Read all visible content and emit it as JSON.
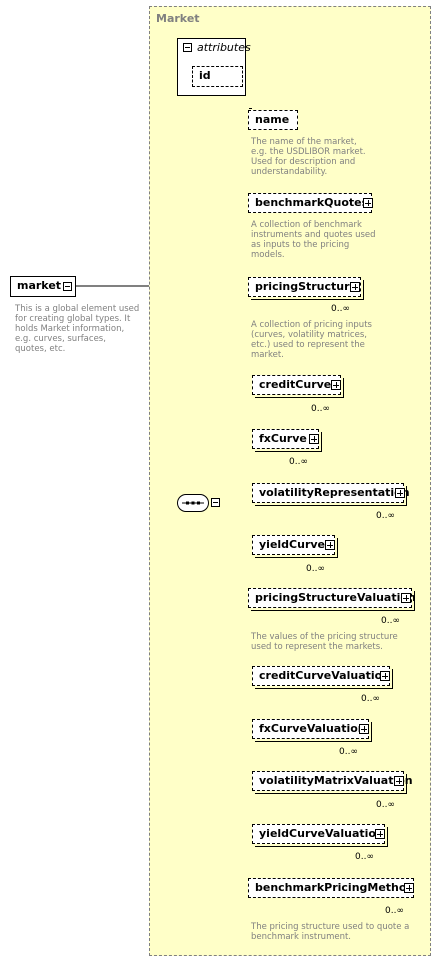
{
  "type_name": "Market",
  "attributes_group": "attributes",
  "attributes": [
    {
      "name": "id"
    }
  ],
  "root": {
    "name": "market",
    "doc": "This is a global element used\nfor creating global types. It\nholds Market information,\ne.g. curves, surfaces,\nquotes, etc."
  },
  "elements": [
    {
      "name": "name",
      "doc": "The name of the market,\ne.g. the USDLIBOR market.\nUsed for description and\nunderstandability.",
      "cardinality": ""
    },
    {
      "name": "benchmarkQuotes",
      "doc": "A collection of benchmark\ninstruments and quotes used\nas inputs to the pricing\nmodels.",
      "cardinality": ""
    },
    {
      "name": "pricingStructure",
      "doc": "A collection of pricing inputs\n(curves, volatility matrices,\netc.) used to represent the\nmarket.",
      "cardinality": "0..∞"
    },
    {
      "name": "creditCurve",
      "doc": "",
      "cardinality": "0..∞"
    },
    {
      "name": "fxCurve",
      "doc": "",
      "cardinality": "0..∞"
    },
    {
      "name": "volatilityRepresentation",
      "doc": "",
      "cardinality": "0..∞"
    },
    {
      "name": "yieldCurve",
      "doc": "",
      "cardinality": "0..∞"
    },
    {
      "name": "pricingStructureValuation",
      "doc": "The values of the pricing structure\nused to represent the markets.",
      "cardinality": "0..∞"
    },
    {
      "name": "creditCurveValuation",
      "doc": "",
      "cardinality": "0..∞"
    },
    {
      "name": "fxCurveValuation",
      "doc": "",
      "cardinality": "0..∞"
    },
    {
      "name": "volatilityMatrixValuation",
      "doc": "",
      "cardinality": "0..∞"
    },
    {
      "name": "yieldCurveValuation",
      "doc": "",
      "cardinality": "0..∞"
    },
    {
      "name": "benchmarkPricingMethod",
      "doc": "The pricing structure used to quote a\nbenchmark instrument.",
      "cardinality": "0..∞"
    }
  ]
}
